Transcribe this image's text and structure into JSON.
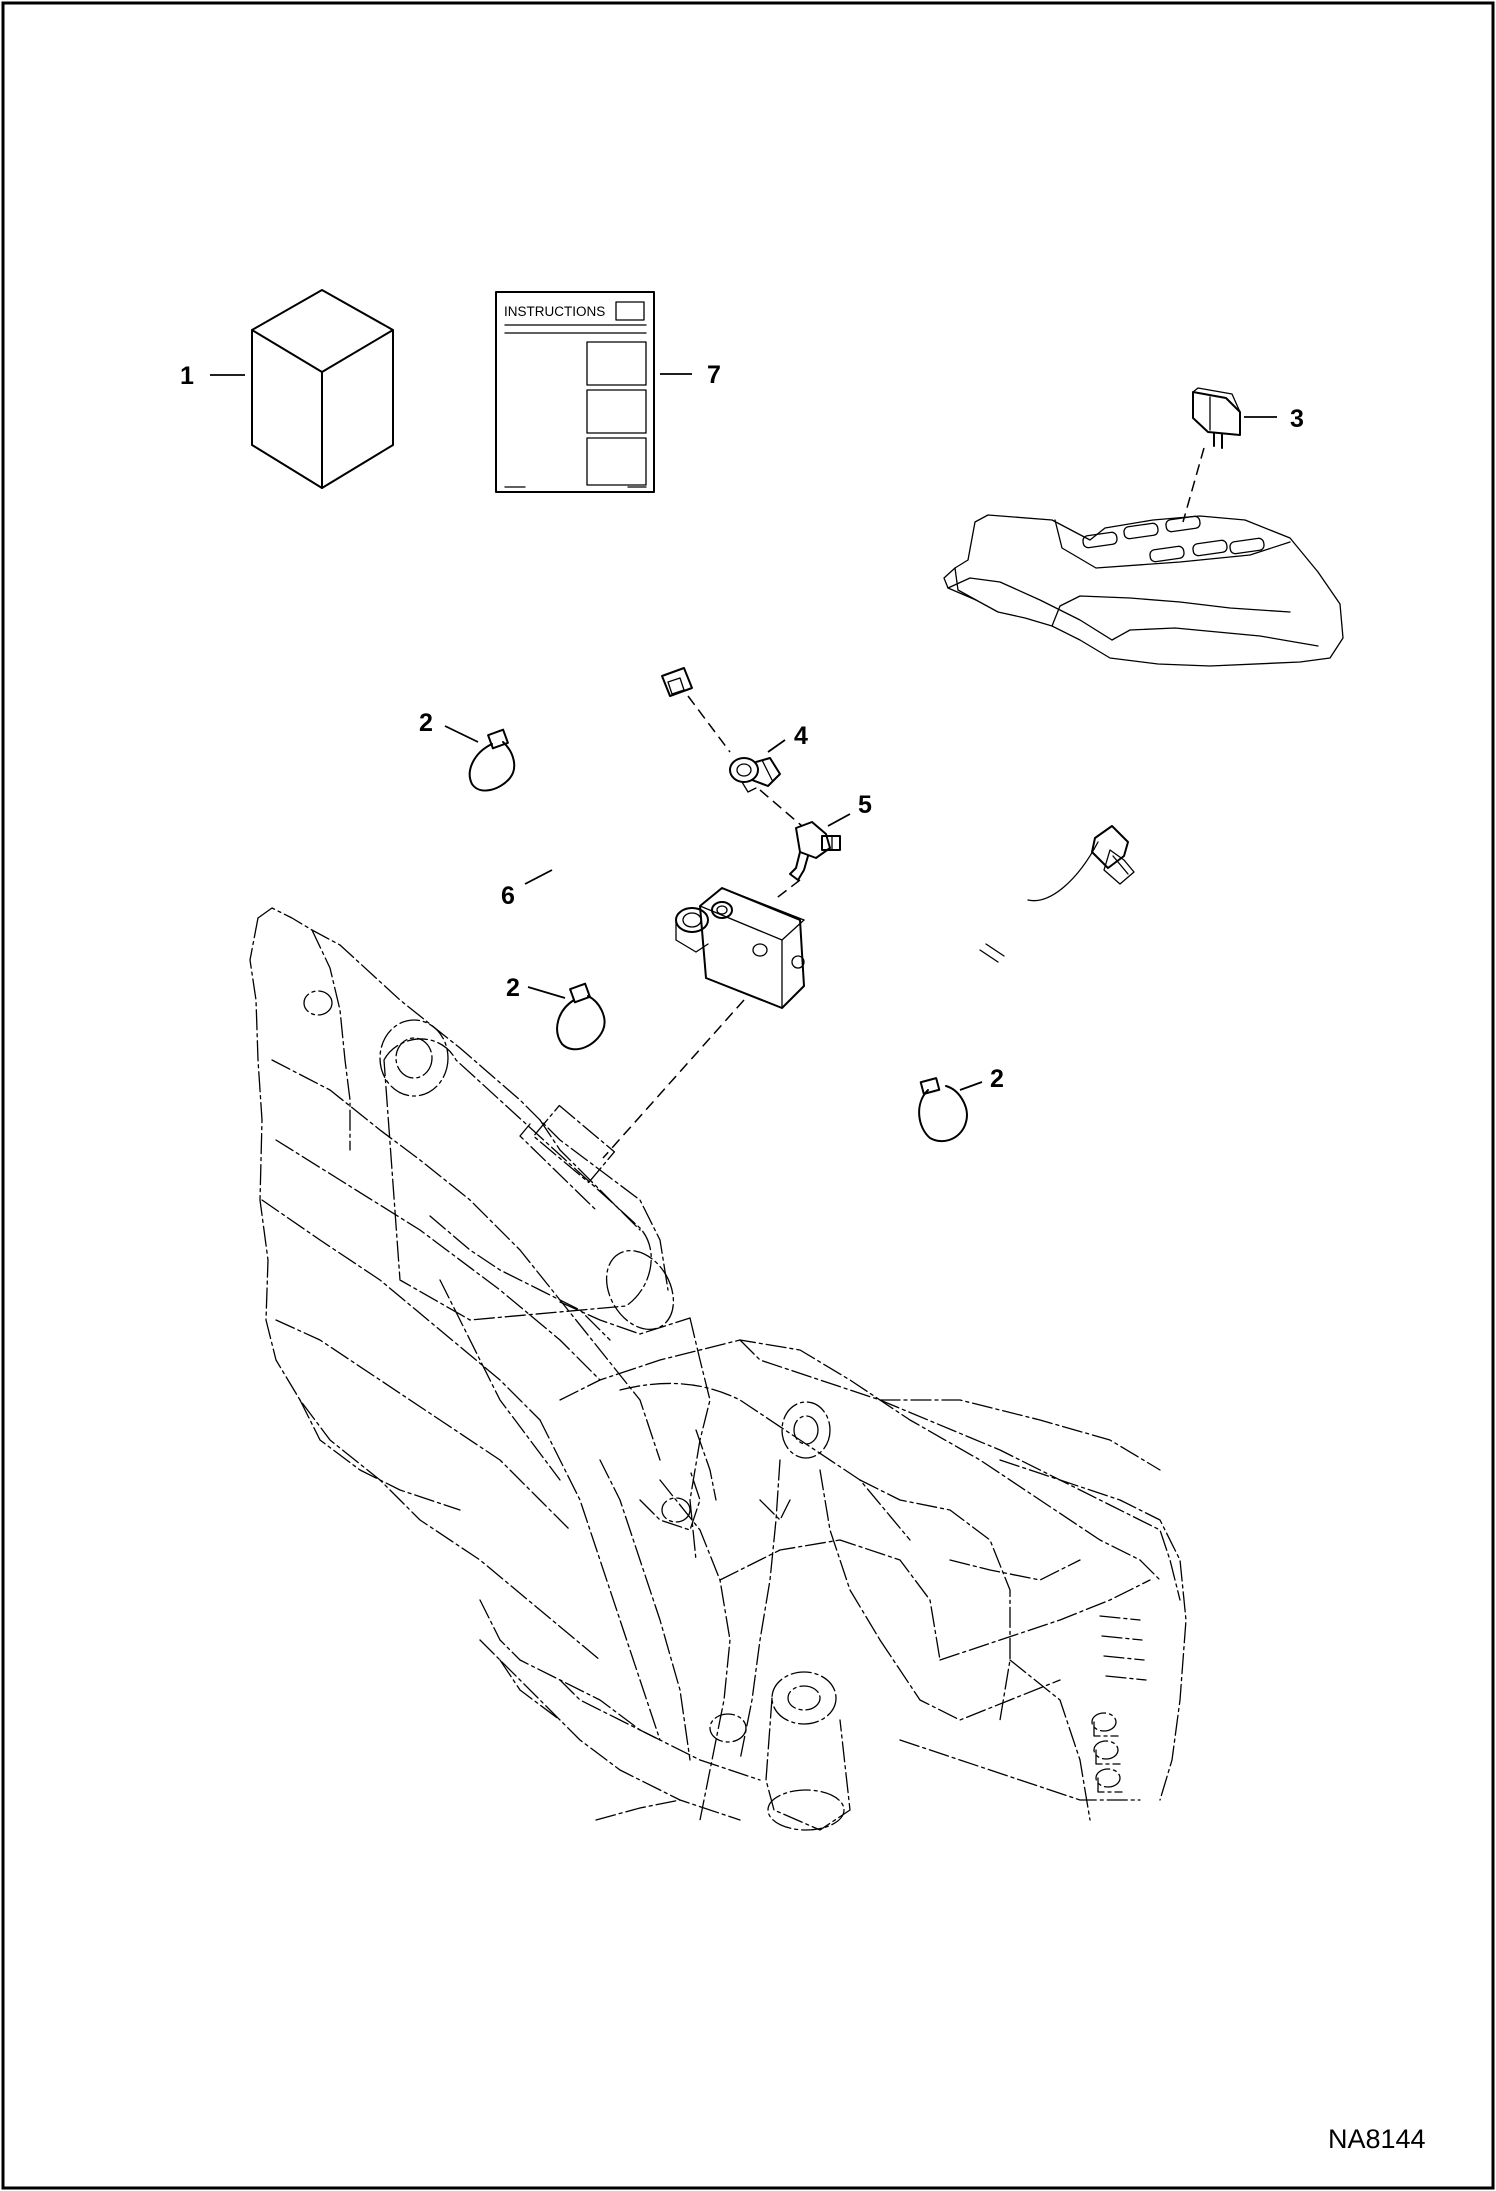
{
  "drawing_code": "NA8144",
  "instruction_sheet_title": "INSTRUCTIONS",
  "callouts": {
    "kit_box": "1",
    "tie_strap_upper_left": "2",
    "tie_strap_middle": "2",
    "tie_strap_right": "2",
    "switch": "3",
    "fitting": "4",
    "tee_fitting": "5",
    "harness": "6",
    "instructions": "7"
  }
}
